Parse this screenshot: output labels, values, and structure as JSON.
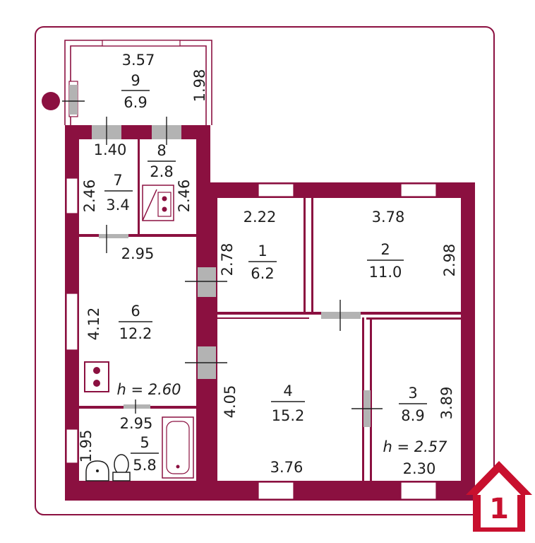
{
  "colors": {
    "wall": "#8b1040",
    "logo": "#c8102e",
    "door": "#b3b3b3",
    "text": "#1e1e1e"
  },
  "rooms": [
    {
      "id": "1",
      "area": "6.2",
      "width": "2.22",
      "length": "2.78"
    },
    {
      "id": "2",
      "area": "11.0",
      "width": "3.78",
      "length": "2.98"
    },
    {
      "id": "3",
      "area": "8.9",
      "width": "2.30",
      "length": "3.89",
      "height": "h = 2.57"
    },
    {
      "id": "4",
      "area": "15.2",
      "width": "3.76",
      "length": "4.05"
    },
    {
      "id": "5",
      "area": "5.8",
      "width": "2.95",
      "length": "1.95"
    },
    {
      "id": "6",
      "area": "12.2",
      "width": "2.95",
      "length": "4.12",
      "height": "h = 2.60"
    },
    {
      "id": "7",
      "area": "3.4",
      "width": "1.40",
      "length": "2.46"
    },
    {
      "id": "8",
      "area": "2.8",
      "length": "2.46"
    },
    {
      "id": "9",
      "area": "6.9",
      "width": "3.57",
      "length": "1.98"
    }
  ],
  "logo": {
    "number": "1",
    "icon": "house-key-icon"
  }
}
